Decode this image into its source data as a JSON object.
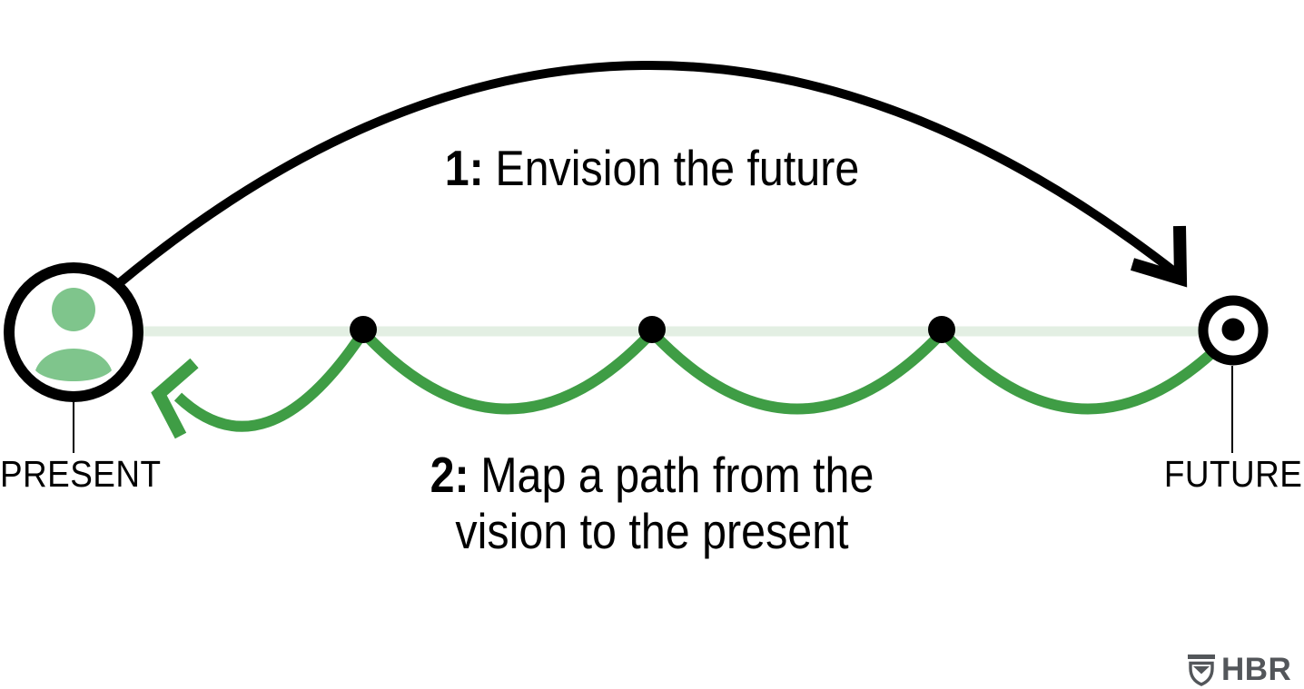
{
  "diagram": {
    "title_region": {
      "step1": {
        "number": "1:",
        "text": "Envision the future"
      },
      "step2": {
        "number": "2:",
        "text_line1": "Map a path from the",
        "text_line2": "vision to the present"
      }
    },
    "axis": {
      "present_label": "PRESENT",
      "future_label": "FUTURE",
      "waypoint_dot_count": 3
    },
    "icons": {
      "present": "person-icon",
      "future": "target-icon",
      "logo": "hbr-shield-icon"
    },
    "logo": {
      "text": "HBR"
    },
    "colors": {
      "black": "#000000",
      "green": "#3f9d45",
      "person_green": "#7fc58c",
      "pale_line": "#e3efe3",
      "logo_gray": "#53565a",
      "white": "#ffffff"
    }
  }
}
